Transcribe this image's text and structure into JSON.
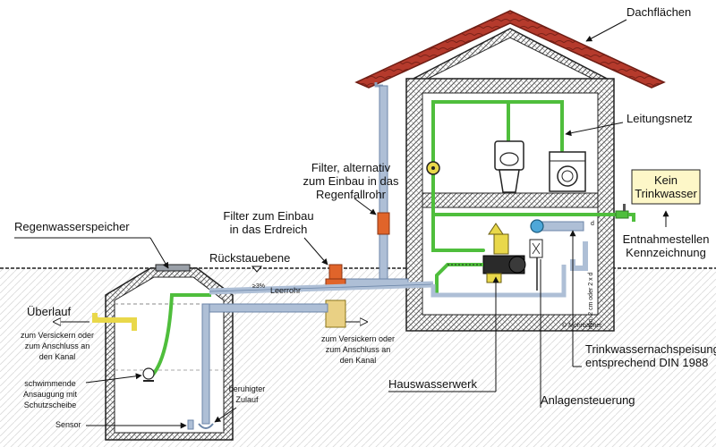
{
  "labels": {
    "roof": "Dachflächen",
    "pipe_network": "Leitungsnetz",
    "filter_downpipe_1": "Filter, alternativ",
    "filter_downpipe_2": "zum Einbau in das",
    "filter_downpipe_3": "Regenfallrohr",
    "filter_ground_1": "Filter zum Einbau",
    "filter_ground_2": "in das Erdreich",
    "storage": "Regenwasserspeicher",
    "backflow_level": "Rückstauebene",
    "overflow": "Überlauf",
    "overflow_note_1": "zum Versickern oder",
    "overflow_note_2": "zum Anschluss an",
    "overflow_note_3": "den Kanal",
    "filter_outlet_note_1": "zum Versickern oder",
    "filter_outlet_note_2": "zum Anschluss an",
    "filter_outlet_note_3": "den Kanal",
    "floating_intake_1": "schwimmende",
    "floating_intake_2": "Ansaugung mit",
    "floating_intake_3": "Schutzscheibe",
    "sensor": "Sensor",
    "calm_inlet_1": "beruhigter",
    "calm_inlet_2": "Zulauf",
    "empty_pipe": "Leerrohr",
    "house_waterworks": "Hauswasserwerk",
    "control_unit": "Anlagensteuerung",
    "drinking_water_1": "Trinkwassernachspeisung",
    "drinking_water_2": "entsprechend DIN 1988",
    "no_drinking_water_1": "Kein",
    "no_drinking_water_2": "Trinkwasser",
    "outlet_marking_1": "Entnahmestellen",
    "outlet_marking_2": "Kennzeichnung",
    "min_distance": "min. 2 cm oder 2 x d",
    "dim_d": "d",
    "slope": "≥3%",
    "credit": "© Mohrbacher"
  },
  "colors": {
    "green_pipe": "#4fbe3c",
    "grey_pipe": "#aebfd6",
    "orange_filter": "#e0642a",
    "yellow_overflow": "#e9d84a",
    "roof_red": "#b53a2c",
    "wall_hatch": "#3d3d3d",
    "sign_fill": "#fdf7c8"
  }
}
